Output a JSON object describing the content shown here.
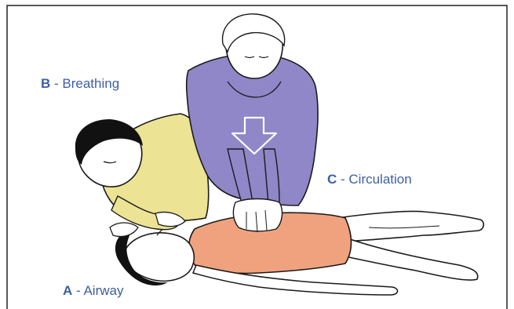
{
  "labels": {
    "breathing": {
      "letter": "B",
      "sep": " - ",
      "text": "Breathing"
    },
    "circulation": {
      "letter": "C",
      "sep": " - ",
      "text": "Circulation"
    },
    "airway": {
      "letter": "A",
      "sep": " - ",
      "text": "Airway"
    }
  },
  "colors": {
    "label": "#3d5fa3",
    "rescuer_top_shirt": "#8f87c8",
    "rescuer_side_shirt": "#ece394",
    "patient_shirt": "#f0a27f",
    "outline": "#1a1a1a",
    "hair": "#111111"
  },
  "icons": [
    "down-arrow-icon"
  ]
}
